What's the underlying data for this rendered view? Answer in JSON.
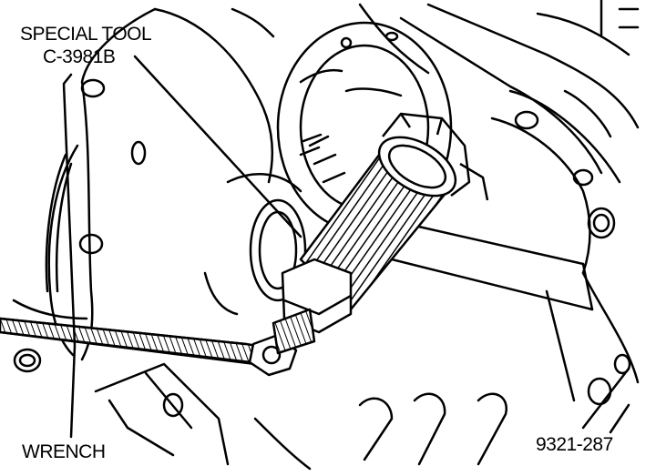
{
  "labels": {
    "special_tool_line1": "SPECIAL TOOL",
    "special_tool_line2": "C-3981B",
    "wrench": "WRENCH",
    "figure_number": "9321-287"
  },
  "colors": {
    "ink": "#000000",
    "paper": "#ffffff"
  }
}
